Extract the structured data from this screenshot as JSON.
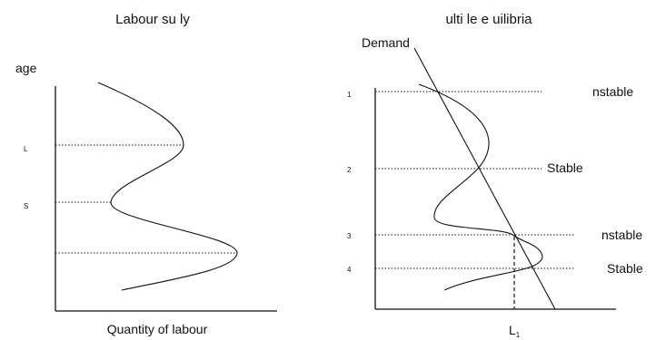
{
  "left_panel": {
    "title": "Labour su ly",
    "y_axis_label": "age",
    "x_axis_label": "Quantity of labour",
    "tick_upper": "L",
    "tick_middle": "S"
  },
  "right_panel": {
    "title": "ulti le e uilibria",
    "demand_label": "Demand",
    "tick_1": "1",
    "tick_2": "2",
    "tick_3": "3",
    "tick_4": "4",
    "eq_1_label": "nstable",
    "eq_2_label": "Stable",
    "eq_3_label": "nstable",
    "eq_4_label": "Stable",
    "x_mark_base": "L",
    "x_mark_sub": "1"
  }
}
